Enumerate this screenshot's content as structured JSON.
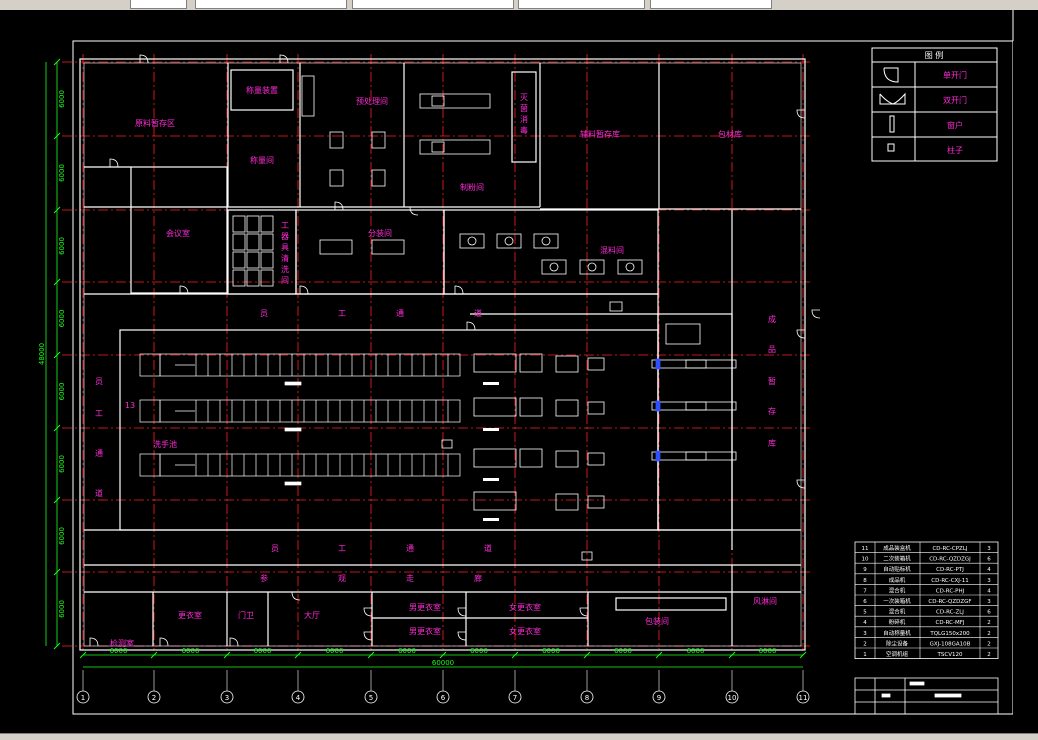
{
  "toolbar": {
    "fields": [
      "",
      "",
      "",
      "",
      "",
      ""
    ]
  },
  "legend": {
    "title": "图 例",
    "items": [
      {
        "icon": "single-door-icon",
        "label": "单开门"
      },
      {
        "icon": "double-door-icon",
        "label": "双开门"
      },
      {
        "icon": "window-icon",
        "label": "窗户"
      },
      {
        "icon": "column-icon",
        "label": "柱子"
      }
    ]
  },
  "rooms": {
    "raw_storage": "原料暂存区",
    "weighing_device": "称量装置",
    "weighing_room": "称量间",
    "pre_mix": "预处理间",
    "sterilizer": "灭菌消毒",
    "aux_storage": "辅料暂存库",
    "packaging_storage": "包材库",
    "mixing": "制粉间",
    "meeting": "会议室",
    "tools": "工器具清洗间",
    "sorting": "分装间",
    "filling": "混料间",
    "corridor_top": [
      "员",
      "工",
      "通",
      "道"
    ],
    "corridor_left": [
      "员",
      "工",
      "通",
      "道"
    ],
    "finished_storage": [
      "成",
      "品",
      "暂",
      "存",
      "库"
    ],
    "hand_wash": "洗手池",
    "corridor_bottom": [
      "员",
      "工",
      "通",
      "道"
    ],
    "visitor_corridor": [
      "参",
      "观",
      "走",
      "廊"
    ],
    "changing_room": "更衣室",
    "dressing_room": "检测室",
    "guard": "门卫",
    "lobby": "大厅",
    "change_1": "男更衣室",
    "change_2": "女更衣室",
    "change_3": "男更衣室",
    "change_4": "女更衣室",
    "packing_room": "包装间",
    "exhaust": "风淋间",
    "label_13": "13"
  },
  "dimensions": {
    "bottom_spans": [
      "6000",
      "6000",
      "6000",
      "6000",
      "6000",
      "6000",
      "6000",
      "6000",
      "6000",
      "6000"
    ],
    "bottom_total": "60000",
    "left_spans": [
      "6000",
      "6000",
      "6000",
      "6000",
      "6000",
      "6000",
      "6000",
      "6000"
    ],
    "left_total": "48000",
    "axis_labels": [
      "1",
      "2",
      "3",
      "4",
      "5",
      "6",
      "7",
      "8",
      "9",
      "10",
      "11"
    ]
  },
  "equipment_table": {
    "rows": [
      {
        "no": "11",
        "name": "成品装盒机",
        "model": "CD-RC-CPZLJ",
        "qty": "3"
      },
      {
        "no": "10",
        "name": "二次装箱机",
        "model": "CD-RC-QZDZGJ",
        "qty": "6"
      },
      {
        "no": "9",
        "name": "自动贴标机",
        "model": "CD-RC-PTJ",
        "qty": "4"
      },
      {
        "no": "8",
        "name": "成品机",
        "model": "CD-RC-CXJ-11",
        "qty": "3"
      },
      {
        "no": "7",
        "name": "混合机",
        "model": "CD-RC-PHJ",
        "qty": "4"
      },
      {
        "no": "6",
        "name": "一次装箱机",
        "model": "CD-RC-QZDZGF",
        "qty": "3"
      },
      {
        "no": "5",
        "name": "混合机",
        "model": "CD-RC-ZLJ",
        "qty": "6"
      },
      {
        "no": "4",
        "name": "粉碎机",
        "model": "CD-RC-MFJ",
        "qty": "2"
      },
      {
        "no": "3",
        "name": "自动称量机",
        "model": "TQLG150x200",
        "qty": "2"
      },
      {
        "no": "2",
        "name": "除尘设备",
        "model": "GXJ-108GA10B",
        "qty": "2"
      },
      {
        "no": "1",
        "name": "空调机组",
        "model": "TSCV120",
        "qty": "2"
      }
    ],
    "colors": {
      "header": "#ffffff",
      "grid": "#ffffff"
    }
  },
  "colors": {
    "background": "#000000",
    "wall": "#ffffff",
    "axis_line": "#ff2020",
    "room_label": "#ff2bd6",
    "dimension": "#19ff19",
    "door": "#ffffff",
    "accent_blue": "#3050ff"
  }
}
